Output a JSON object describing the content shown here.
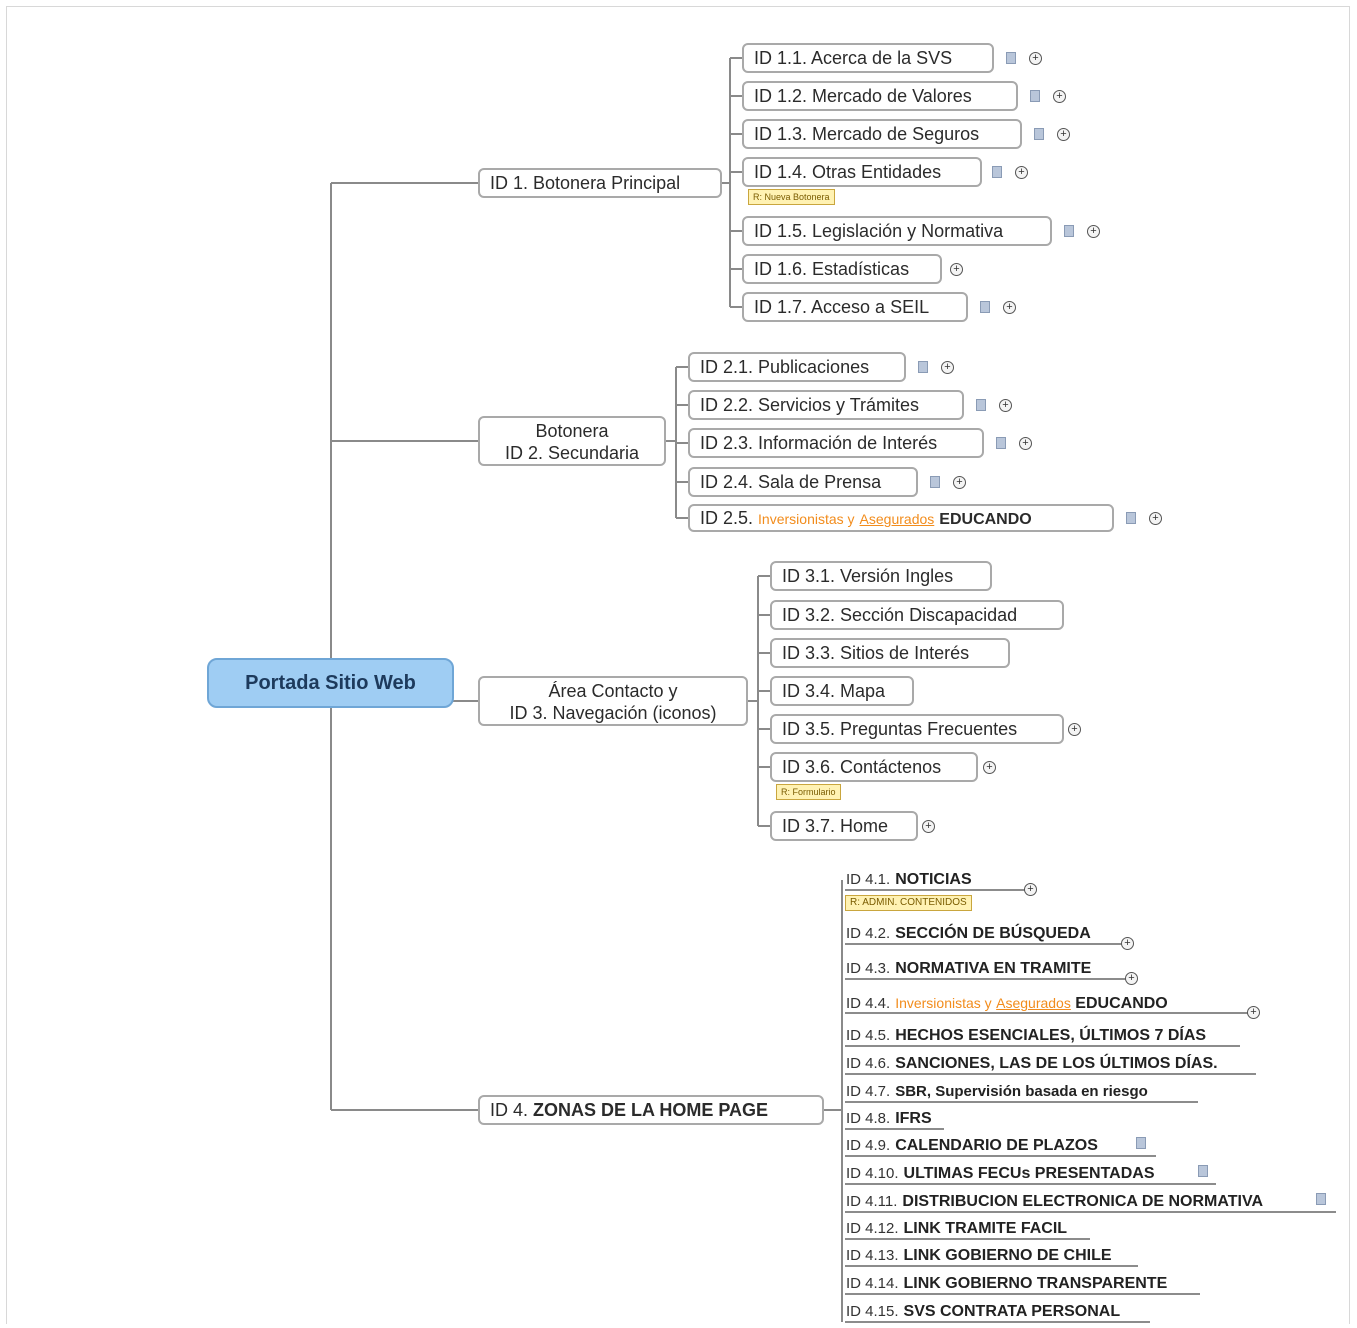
{
  "root": {
    "label": "Portada Sitio Web"
  },
  "branches": [
    {
      "label": "ID 1. Botonera Principal",
      "children": [
        {
          "label": "ID 1.1. Acerca de la SVS"
        },
        {
          "label": "ID 1.2. Mercado de Valores"
        },
        {
          "label": "ID 1.3. Mercado de Seguros"
        },
        {
          "label": "ID 1.4. Otras Entidades",
          "tag": "R: Nueva Botonera"
        },
        {
          "label": "ID 1.5. Legislación y Normativa"
        },
        {
          "label": "ID 1.6. Estadísticas"
        },
        {
          "label": "ID 1.7. Acceso a SEIL"
        }
      ]
    },
    {
      "label_line1": "Botonera",
      "label_line2": "ID 2. Secundaria",
      "children": [
        {
          "label": "ID 2.1. Publicaciones"
        },
        {
          "label": "ID 2.2. Servicios y Trámites"
        },
        {
          "label": "ID 2.3. Información de Interés"
        },
        {
          "label": "ID 2.4. Sala de Prensa"
        },
        {
          "id": "ID 2.5.",
          "orange": "Inversionistas y",
          "orange_u": "Asegurados",
          "rest": "EDUCANDO"
        }
      ]
    },
    {
      "label_line1": "Área Contacto y",
      "label_line2": "ID 3. Navegación (iconos)",
      "children": [
        {
          "label": "ID 3.1. Versión Ingles"
        },
        {
          "label": "ID 3.2. Sección Discapacidad"
        },
        {
          "label": "ID 3.3. Sitios de Interés"
        },
        {
          "label": "ID 3.4. Mapa"
        },
        {
          "label": "ID 3.5. Preguntas Frecuentes"
        },
        {
          "label": "ID 3.6. Contáctenos",
          "tag": "R: Formulario"
        },
        {
          "label": "ID 3.7. Home"
        }
      ]
    },
    {
      "id": "ID 4.",
      "label": "ZONAS DE LA HOME PAGE",
      "children": [
        {
          "id": "ID 4.1.",
          "label": "NOTICIAS",
          "tag": "R: ADMIN. CONTENIDOS"
        },
        {
          "id": "ID 4.2.",
          "label": "SECCIÓN DE BÚSQUEDA"
        },
        {
          "id": "ID 4.3.",
          "label": "NORMATIVA EN TRAMITE"
        },
        {
          "id": "ID 4.4.",
          "orange": "Inversionistas y",
          "orange_u": "Asegurados",
          "rest": "EDUCANDO"
        },
        {
          "id": "ID 4.5.",
          "label": "HECHOS ESENCIALES, ÚLTIMOS 7 DÍAS"
        },
        {
          "id": "ID 4.6.",
          "label": "SANCIONES, LAS DE LOS ÚLTIMOS DÍAS."
        },
        {
          "id": "ID 4.7.",
          "label": "SBR, Supervisión basada en riesgo"
        },
        {
          "id": "ID 4.8.",
          "label": "IFRS"
        },
        {
          "id": "ID 4.9.",
          "label": "CALENDARIO DE PLAZOS"
        },
        {
          "id": "ID 4.10.",
          "label": "ULTIMAS FECUs PRESENTADAS"
        },
        {
          "id": "ID 4.11.",
          "label": "DISTRIBUCION ELECTRONICA DE NORMATIVA"
        },
        {
          "id": "ID 4.12.",
          "label": "LINK TRAMITE FACIL"
        },
        {
          "id": "ID 4.13.",
          "label": "LINK GOBIERNO DE CHILE"
        },
        {
          "id": "ID 4.14.",
          "label": "LINK GOBIERNO TRANSPARENTE"
        },
        {
          "id": "ID 4.15.",
          "label": "SVS CONTRATA PERSONAL"
        }
      ]
    }
  ],
  "icons": {
    "expand": "plus-circle-icon",
    "note": "note-icon"
  },
  "colors": {
    "root_fill": "#9fcdf3",
    "orange_text": "#f28c1c",
    "tag_fill": "#fff2b3"
  }
}
